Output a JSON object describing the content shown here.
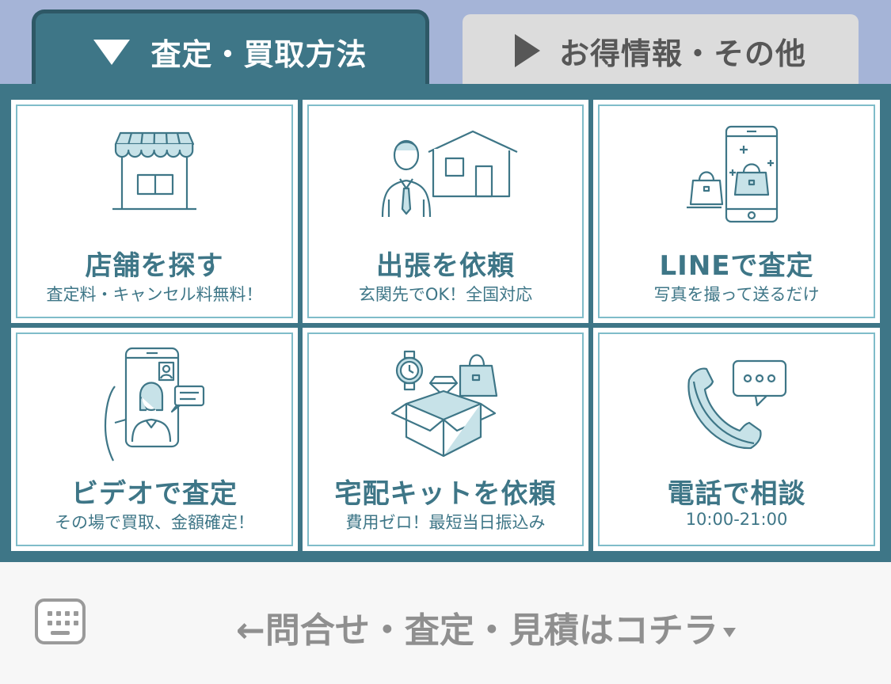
{
  "tabs": [
    {
      "label": "査定・買取方法",
      "active": true
    },
    {
      "label": "お得情報・その他",
      "active": false
    }
  ],
  "menu": [
    {
      "title": "店舗を探す",
      "subtitle": "査定料・キャンセル料無料！",
      "icon": "storefront-icon"
    },
    {
      "title": "出張を依頼",
      "subtitle": "玄関先でOK！全国対応",
      "icon": "house-visit-icon"
    },
    {
      "title": "LINEで査定",
      "subtitle": "写真を撮って送るだけ",
      "icon": "smartphone-bag-icon"
    },
    {
      "title": "ビデオで査定",
      "subtitle": "その場で買取、金額確定！",
      "icon": "video-call-icon"
    },
    {
      "title": "宅配キットを依頼",
      "subtitle": "費用ゼロ！最短当日振込み",
      "icon": "delivery-box-icon"
    },
    {
      "title": "電話で相談",
      "subtitle": "10:00-21:00",
      "icon": "phone-chat-icon"
    }
  ],
  "bottom": {
    "text": "←問合せ・査定・見積はコチラ"
  },
  "colors": {
    "accent": "#3e7687",
    "accent_dark": "#2e5866",
    "cell_border": "#7fbcc9",
    "icon_fill": "#c7e2e8",
    "topbar": "#a5b4d7",
    "inactive_tab": "#dcdcdc"
  }
}
